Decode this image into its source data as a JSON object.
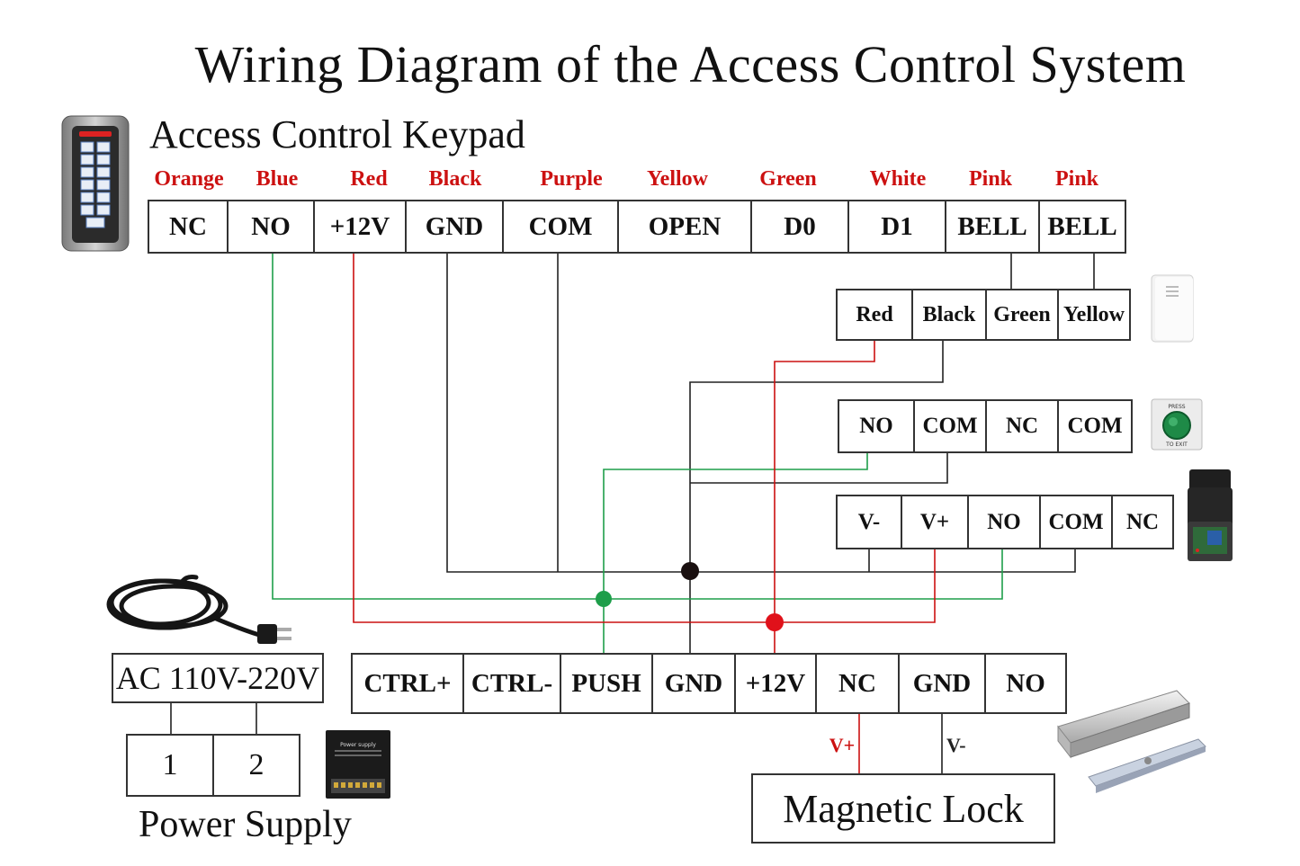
{
  "title": "Wiring Diagram of the Access Control System",
  "keypad": {
    "label": "Access Control Keypad",
    "wire_colors": [
      "Orange",
      "Blue",
      "Red",
      "Black",
      "Purple",
      "Yellow",
      "Green",
      "White",
      "Pink",
      "Pink"
    ],
    "terminals": [
      "NC",
      "NO",
      "+12V",
      "GND",
      "COM",
      "OPEN",
      "D0",
      "D1",
      "BELL",
      "BELL"
    ]
  },
  "doorbell": {
    "terminals": [
      "Red",
      "Black",
      "Green",
      "Yellow"
    ]
  },
  "exit_button": {
    "terminals": [
      "NO",
      "COM",
      "NC",
      "COM"
    ],
    "icon_text": [
      "PRESS",
      "TO EXIT"
    ]
  },
  "remote_receiver": {
    "terminals": [
      "V-",
      "V+",
      "NO",
      "COM",
      "NC"
    ]
  },
  "controller": {
    "terminals": [
      "CTRL+",
      "CTRL-",
      "PUSH",
      "GND",
      "+12V",
      "NC",
      "GND",
      "NO"
    ]
  },
  "power_supply": {
    "label": "Power Supply",
    "input": "AC 110V-220V",
    "terminals": [
      "1",
      "2"
    ],
    "icon_text": "Power supply"
  },
  "magnetic_lock": {
    "label": "Magnetic Lock",
    "v_plus": "V+",
    "v_minus": "V-"
  },
  "colors": {
    "red_wire": "#cc1111",
    "green_wire": "#1e9e4a",
    "black_wire": "#222222"
  }
}
